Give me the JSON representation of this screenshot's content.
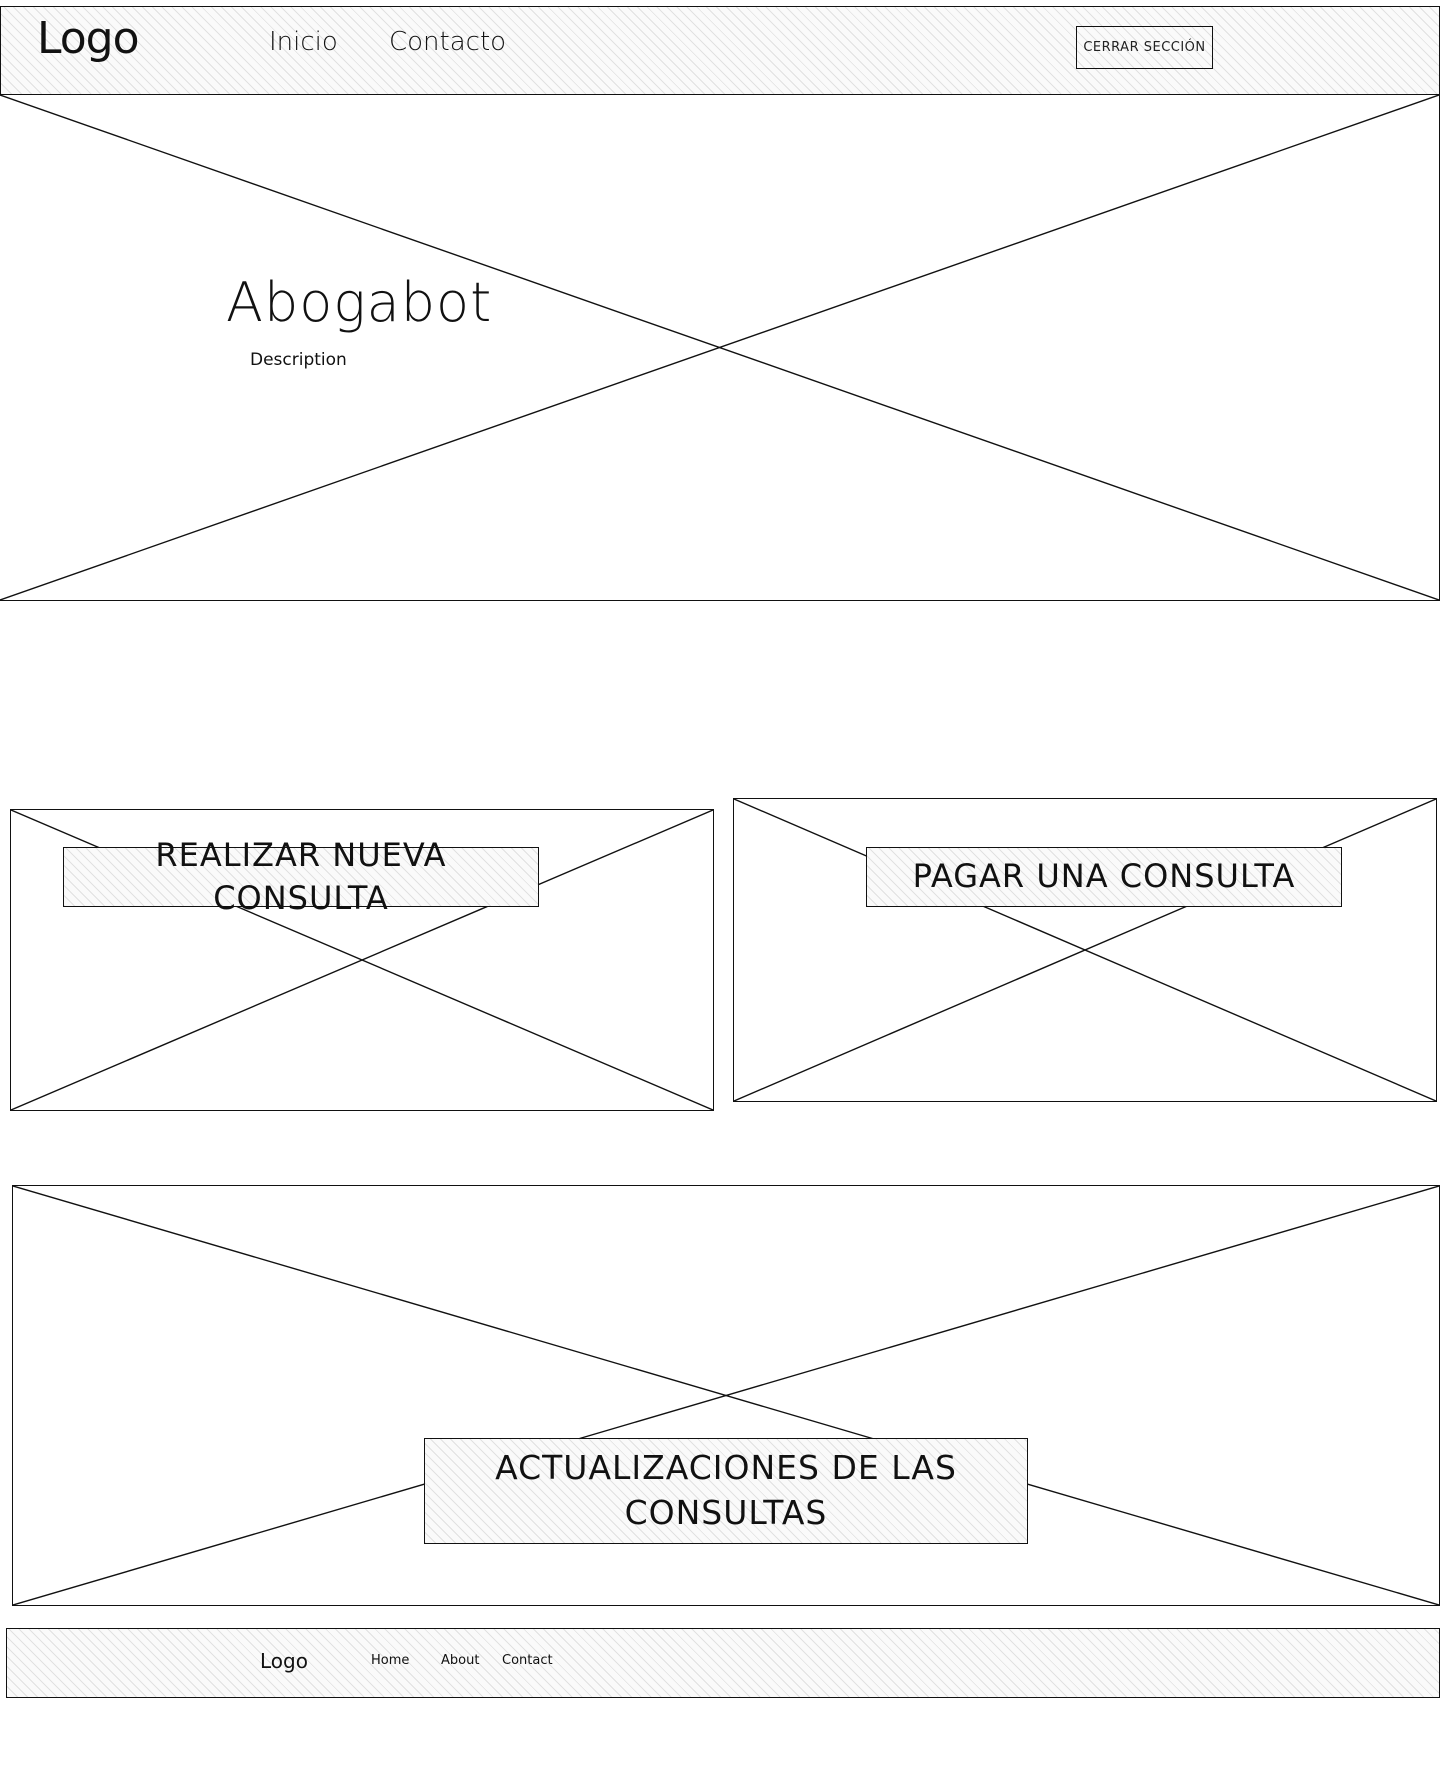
{
  "header": {
    "logo": "Logo",
    "nav": [
      "Inicio",
      "Contacto"
    ],
    "logout_label": "CERRAR SECCIÓN"
  },
  "hero": {
    "title": "Abogabot",
    "description": "Description"
  },
  "cards": {
    "new_consult": "REALIZAR NUEVA CONSULTA",
    "pay_consult": "PAGAR UNA CONSULTA",
    "updates": "ACTUALIZACIONES DE LAS CONSULTAS"
  },
  "footer": {
    "logo": "Logo",
    "links": [
      "Home",
      "About",
      "Contact"
    ]
  }
}
